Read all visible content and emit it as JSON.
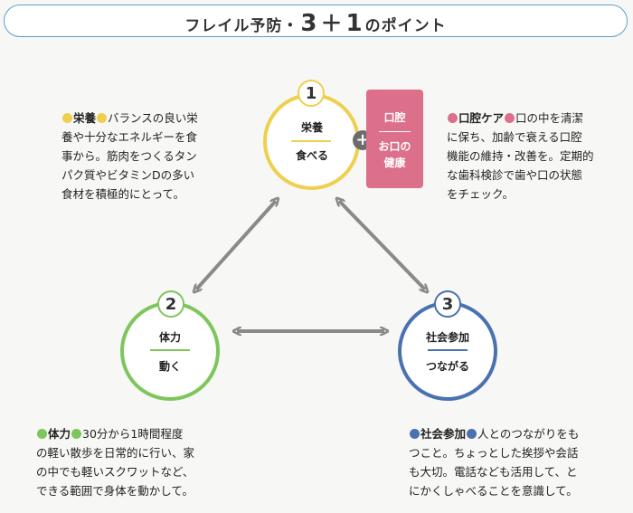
{
  "title": {
    "prefix": "フレイル予防・",
    "num1": "3",
    "plus": "＋",
    "num2": "1",
    "suffix": "のポイント"
  },
  "colors": {
    "nutrition": "#efcf4e",
    "physical": "#7ec65b",
    "social": "#4a71b0",
    "oral": "#dc6f8a"
  },
  "plus_symbol": "+",
  "circles": [
    {
      "number": "1",
      "label": "栄養",
      "sub": "食べる"
    },
    {
      "number": "2",
      "label": "体力",
      "sub": "動く"
    },
    {
      "number": "3",
      "label": "社会参加",
      "sub": "つながる"
    }
  ],
  "oral": {
    "label": "口腔",
    "sub_line1": "お口の",
    "sub_line2": "健康"
  },
  "descriptions": {
    "nutrition": {
      "keyword": "栄養",
      "lines": [
        "バランスの良い栄",
        "養や十分なエネルギーを食",
        "事から。筋肉をつくるタン",
        "パク質やビタミンDの多い",
        "食材を積極的にとって。"
      ]
    },
    "oral": {
      "keyword": "口腔ケア",
      "lines": [
        "口の中を清潔",
        "に保ち、加齢で衰える口腔",
        "機能の維持・改善を。定期的",
        "な歯科検診で歯や口の状態",
        "をチェック。"
      ]
    },
    "physical": {
      "keyword": "体力",
      "lines": [
        "30分から1時間程度",
        "の軽い散歩を日常的に行い、家",
        "の中でも軽いスクワットなど、",
        "できる範囲で身体を動かして。"
      ]
    },
    "social": {
      "keyword": "社会参加",
      "lines": [
        "人とのつながりをも",
        "つこと。ちょっとした挨拶や会話",
        "も大切。電話なども活用して、と",
        "にかくしゃべることを意識して。"
      ]
    }
  }
}
